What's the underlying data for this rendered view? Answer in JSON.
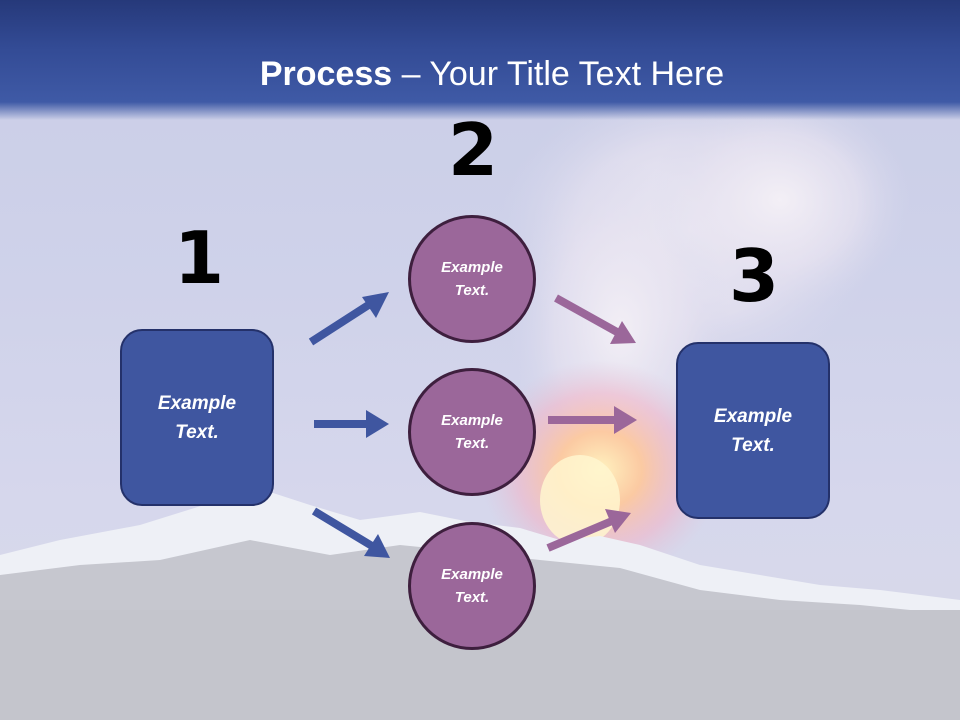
{
  "slide": {
    "title_bold": "Process",
    "title_rest": " – Your Title Text Here"
  },
  "steps": {
    "one": {
      "number": "1",
      "label_line1": "Example",
      "label_line2": "Text."
    },
    "two": {
      "number": "2",
      "circles": [
        {
          "line1": "Example",
          "line2": "Text."
        },
        {
          "line1": "Example",
          "line2": "Text."
        },
        {
          "line1": "Example",
          "line2": "Text."
        }
      ]
    },
    "three": {
      "number": "3",
      "label_line1": "Example",
      "label_line2": "Text."
    }
  },
  "colors": {
    "header": "#334b95",
    "box_fill": "#3f56a0",
    "circle_fill": "#9b679a",
    "arrow_blue": "#3f56a0",
    "arrow_purple": "#9b679a"
  }
}
